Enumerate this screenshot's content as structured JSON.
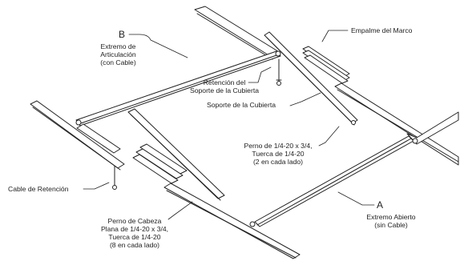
{
  "labels": {
    "b_letter": "B",
    "b_text": "Extremo de\nArticulación\n(con Cable)",
    "splice": "Empalme del Marco",
    "canopy_retention": "Retención del\nSoporte de la Cubierta",
    "canopy_support": "Soporte de la Cubierta",
    "bolt_nut": "Perno de 1/4-20 x 3/4,\nTuerca de 1/4-20\n(2 en cada lado)",
    "retention_cable": "Cable de Retención",
    "flat_head_bolt": "Perno de Cabeza\nPlana de 1/4-20 x 3/4,\nTuerca de 1/4-20\n(8 en cada lado)",
    "a_letter": "A",
    "a_text": "Extremo Abierto\n(sin Cable)"
  },
  "colors": {
    "line": "#222222",
    "fill": "#ffffff",
    "text": "#222222"
  }
}
